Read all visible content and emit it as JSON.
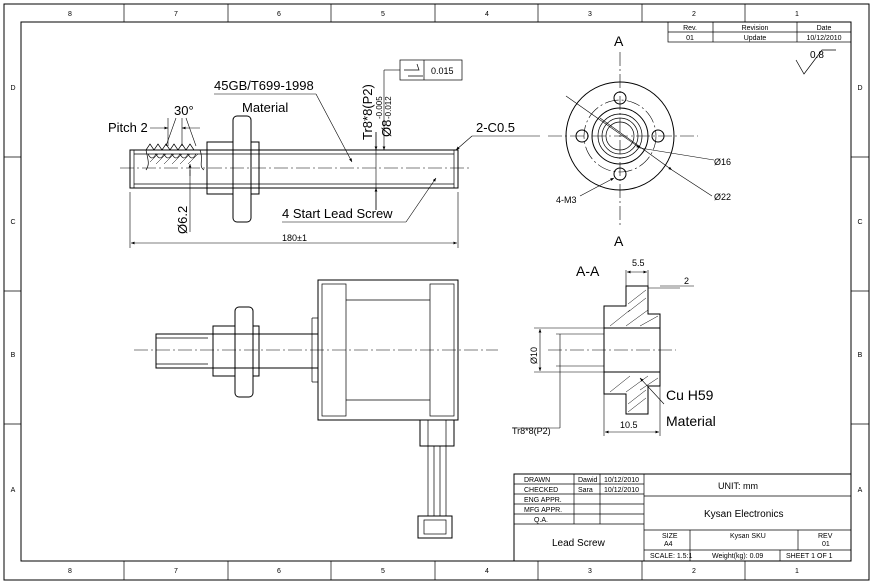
{
  "border_zones": {
    "columns": [
      "8",
      "7",
      "6",
      "5",
      "4",
      "3",
      "2",
      "1"
    ],
    "rows": [
      "D",
      "C",
      "B",
      "A"
    ]
  },
  "revision_table": {
    "headers": [
      "Rev.",
      "Revision",
      "Date"
    ],
    "row": [
      "01",
      "Update",
      "10/12/2010"
    ]
  },
  "surface_finish": "0.8",
  "front_view": {
    "pitch_label": "Pitch 2",
    "thread_angle": "30°",
    "material_spec": "45GB/T699-1998",
    "material_label": "Material",
    "thread_spec": "Tr8*8(P2)",
    "diameter_label": "Ø8",
    "tol_upper": "-0.005",
    "tol_lower": "-0.012",
    "flatness_value": "0.015",
    "chamfer_label": "2-C0.5",
    "screw_name": "4 Start Lead Screw",
    "root_diameter": "Ø6.2",
    "length_dim": "180±1"
  },
  "flange_view": {
    "section_letter": "A",
    "hole_callout": "4-M3",
    "bolt_circle": "Ø16",
    "outer_diameter": "Ø22"
  },
  "section_view": {
    "title": "A-A",
    "top_width": "5.5",
    "flange_thickness": "2",
    "bore_diameter": "Ø10",
    "material_spec": "Cu H59",
    "material_label": "Material",
    "thread_spec": "Tr8*8(P2)",
    "length_dim": "10.5"
  },
  "title_block": {
    "approvals": [
      {
        "role": "DRAWN",
        "name": "Dawid",
        "date": "10/12/2010"
      },
      {
        "role": "CHECKED",
        "name": "Sara",
        "date": "10/12/2010"
      },
      {
        "role": "ENG APPR.",
        "name": "",
        "date": ""
      },
      {
        "role": "MFG APPR.",
        "name": "",
        "date": ""
      },
      {
        "role": "Q.A.",
        "name": "",
        "date": ""
      }
    ],
    "unit": "UNIT: mm",
    "company": "Kysan Electronics",
    "part_title": "Lead Screw",
    "size_label": "SIZE",
    "size_value": "A4",
    "dwg_label": "Kysan SKU",
    "rev_label": "REV",
    "rev_value": "01",
    "scale": "SCALE: 1.5:1",
    "weight": "Weight(kg): 0.09",
    "sheet": "SHEET 1 OF 1"
  }
}
